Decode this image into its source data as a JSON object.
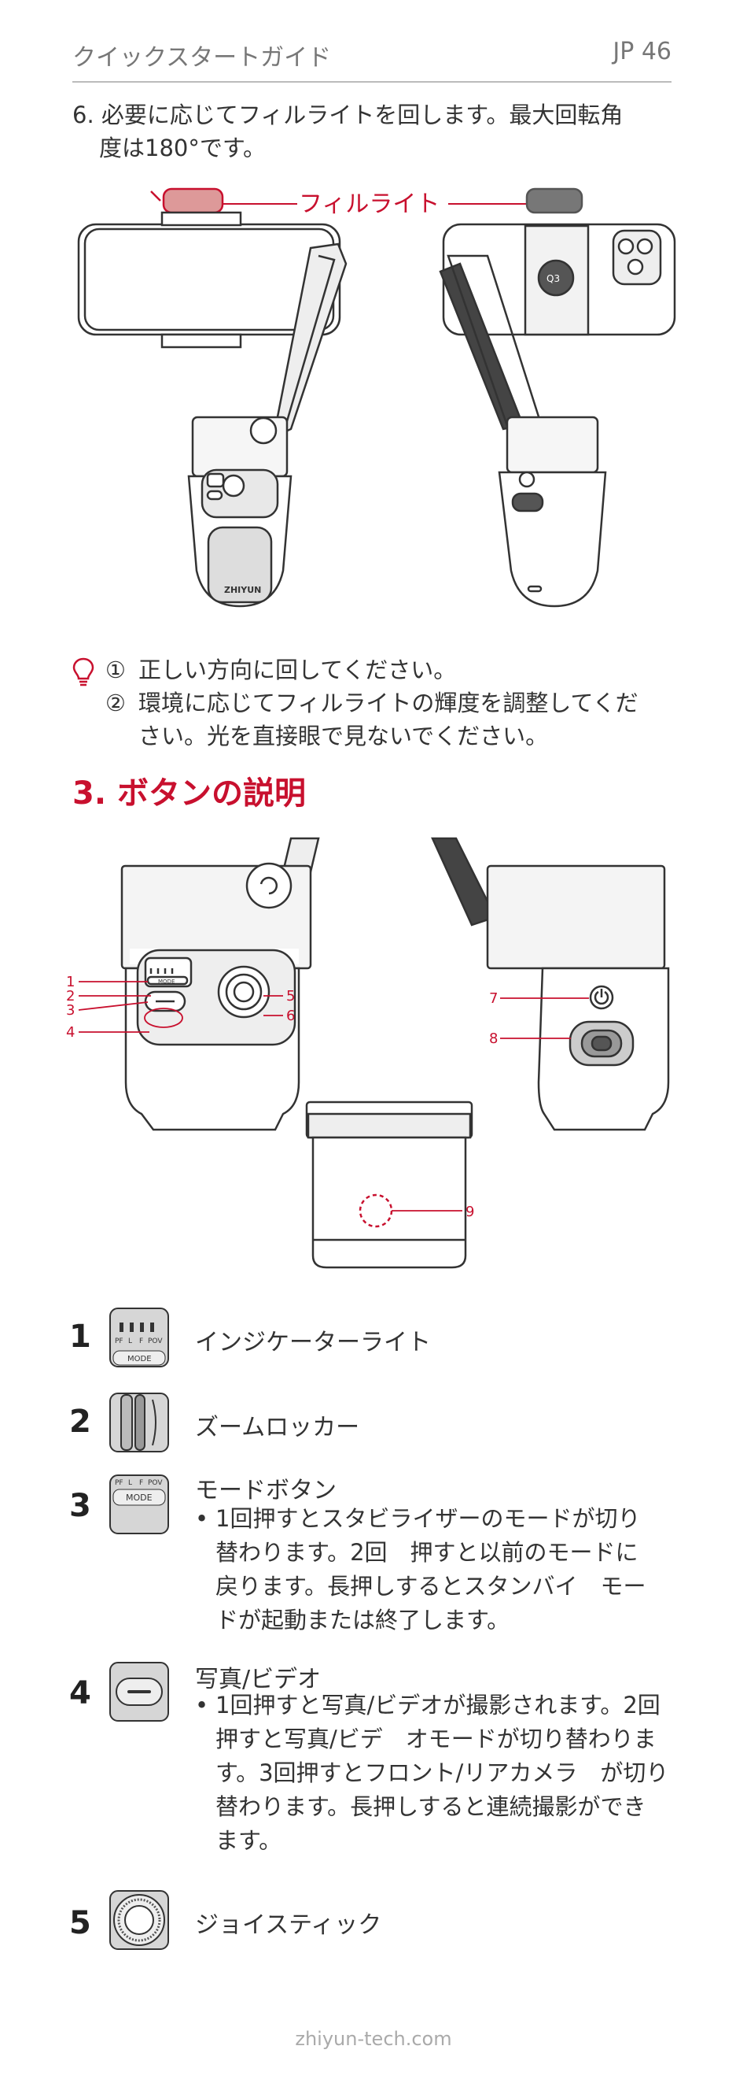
{
  "header": {
    "left": "クイックスタートガイド",
    "right": "JP 46"
  },
  "step6": {
    "line1": "6. 必要に応じてフィルライトを回します。最大回転角",
    "line2": "度は180°です。"
  },
  "fig1": {
    "callout": "フィルライト",
    "brand": "ZHIYUN",
    "model_badge": "Q3"
  },
  "tips": [
    {
      "num": "①",
      "lines": [
        "正しい方向に回してください。"
      ]
    },
    {
      "num": "②",
      "lines": [
        "環境に応じてフィルライトの輝度を調整してくだ",
        "さい。光を直接眼で見ないでください。"
      ]
    }
  ],
  "section": {
    "title": "3. ボタンの説明"
  },
  "fig2": {
    "labels": [
      "1",
      "2",
      "3",
      "4",
      "5",
      "6",
      "7",
      "8",
      "9"
    ],
    "panel_mode": "MODE"
  },
  "items": [
    {
      "num": "1",
      "title": "インジケーターライト",
      "icon": "indicator-light-icon",
      "thumb_labels": [
        "PF",
        "L",
        "F",
        "POV"
      ],
      "thumb_mode": "MODE",
      "bullet": []
    },
    {
      "num": "2",
      "title": "ズームロッカー",
      "icon": "zoom-rocker-icon",
      "bullet": []
    },
    {
      "num": "3",
      "title": "モードボタン",
      "icon": "mode-button-icon",
      "thumb_labels": [
        "PF",
        "L",
        "F",
        "POV"
      ],
      "thumb_mode": "MODE",
      "bullet": [
        "1回押すとスタビライザーのモードが切り",
        "替わります。2回　押すと以前のモードに",
        "戻ります。長押しするとスタンバイ　モー",
        "ドが起動または終了します。"
      ]
    },
    {
      "num": "4",
      "title": "写真/ビデオ",
      "icon": "shutter-button-icon",
      "bullet": [
        "1回押すと写真/ビデオが撮影されます。2回",
        "押すと写真/ビデ　オモードが切り替わりま",
        "す。3回押すとフロント/リアカメラ　が切り",
        "替わります。長押しすると連続撮影ができ",
        "ます。"
      ]
    },
    {
      "num": "5",
      "title": "ジョイスティック",
      "icon": "joystick-icon",
      "bullet": []
    }
  ],
  "footer": "zhiyun-tech.com",
  "colors": {
    "accent": "#c8102e",
    "text": "#333333",
    "muted": "#aaaaaa"
  }
}
